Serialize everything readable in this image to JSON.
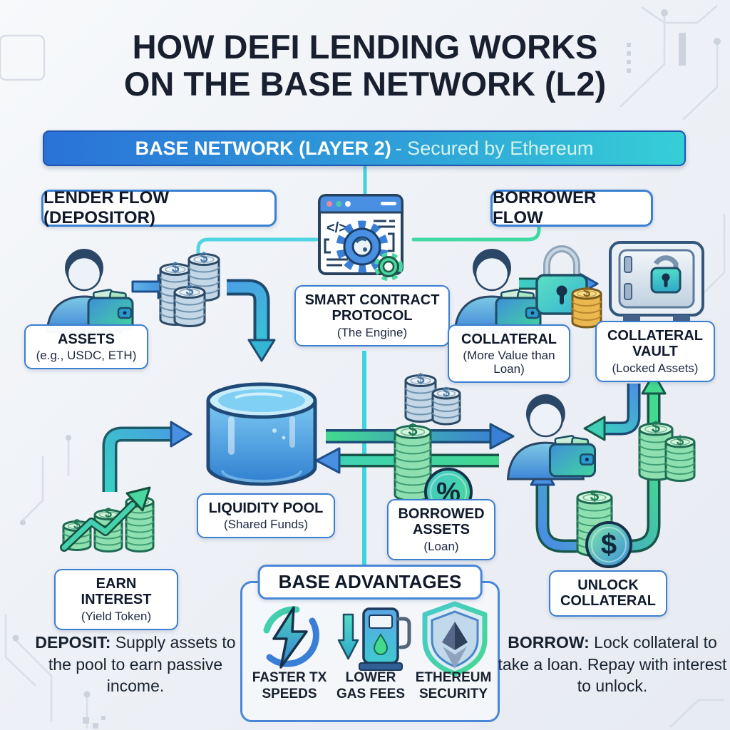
{
  "title": {
    "line1": "HOW DEFI LENDING WORKS",
    "line2": "ON THE BASE NETWORK (L2)"
  },
  "banner": {
    "title": "BASE NETWORK (LAYER 2)",
    "subtitle": "- Secured by Ethereum"
  },
  "flows": {
    "lender": "LENDER FLOW (DEPOSITOR)",
    "borrower": "BORROWER FLOW"
  },
  "nodes": {
    "assets": {
      "title": "ASSETS",
      "subtitle": "(e.g., USDC, ETH)",
      "icon": "coin-stack-icon"
    },
    "smart_contract": {
      "title": "SMART CONTRACT PROTOCOL",
      "subtitle": "(The Engine)",
      "icon": "contract-window-gears-icon"
    },
    "collateral": {
      "title": "COLLATERAL",
      "subtitle": "(More Value than Loan)",
      "icon": "padlock-coins-icon"
    },
    "collateral_vault": {
      "title": "COLLATERAL VAULT",
      "subtitle": "(Locked Assets)",
      "icon": "safe-vault-icon"
    },
    "liquidity_pool": {
      "title": "LIQUIDITY POOL",
      "subtitle": "(Shared Funds)",
      "icon": "liquidity-pool-icon"
    },
    "borrowed_assets": {
      "title": "BORROWED ASSETS",
      "subtitle": "(Loan)",
      "icon": "coins-percent-icon"
    },
    "earn_interest": {
      "title": "EARN INTEREST",
      "subtitle": "(Yield Token)",
      "icon": "growth-coins-icon"
    },
    "unlock_collateral": {
      "title": "UNLOCK COLLATERAL",
      "icon": "coins-dollar-icon"
    }
  },
  "advantages": {
    "title": "BASE ADVANTAGES",
    "items": [
      {
        "label": "FASTER TX SPEEDS",
        "icon": "lightning-icon"
      },
      {
        "label": "LOWER GAS FEES",
        "icon": "gas-pump-icon"
      },
      {
        "label": "ETHEREUM SECURITY",
        "icon": "shield-ethereum-icon"
      }
    ]
  },
  "footnotes": {
    "deposit": {
      "lead": "DEPOSIT:",
      "text": " Supply assets to the pool to earn passive income."
    },
    "borrow": {
      "lead": "BORROW:",
      "text": " Lock collateral to take a loan. Repay with interest to unlock."
    }
  },
  "colors": {
    "accent_blue": "#2f7fd6",
    "accent_teal": "#35cfd6",
    "accent_green": "#43d98f",
    "navy": "#18202f",
    "gold": "#f0c75a"
  }
}
